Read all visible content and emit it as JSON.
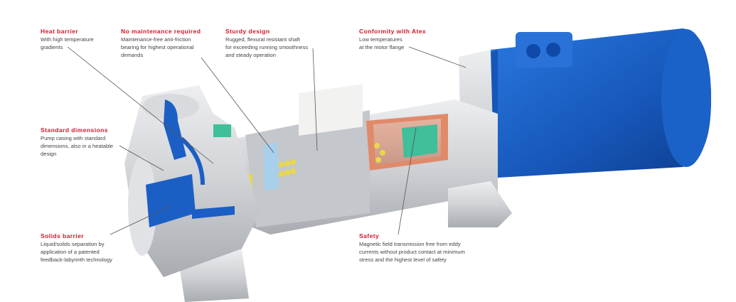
{
  "callouts": [
    {
      "title": "Heat barrier",
      "text": "With high temperature\ngradients"
    },
    {
      "title": "No maintenance required",
      "text": "Maintenance-free anti-friction\nbearing for highest operational\ndemands"
    },
    {
      "title": "Sturdy design",
      "text": "Rugged, flexural resistant shaft\nfor exceeding running smoothness\nand steady operation"
    },
    {
      "title": "Conformity with Atex",
      "text": "Low temperatures\nat the motor flange"
    },
    {
      "title": "Standard dimensions",
      "text": "Pump casing with standard\ndimensions, also in a heatable\ndesign"
    },
    {
      "title": "Solids barrier",
      "text": "Liquid/solids separation by\napplication of a patented\nfeedback-labyrinth technology"
    },
    {
      "title": "Safety",
      "text": "Magnetic field transmission free from eddy\ncurrents without product contact at minimum\nstress and the highest level of safety"
    }
  ],
  "colors": {
    "title": "#d4162a",
    "motor": "#1b5fc4",
    "casing": "#d2d4d8",
    "magnet": "#3fbf9a",
    "bearing": "#e8d84a"
  }
}
